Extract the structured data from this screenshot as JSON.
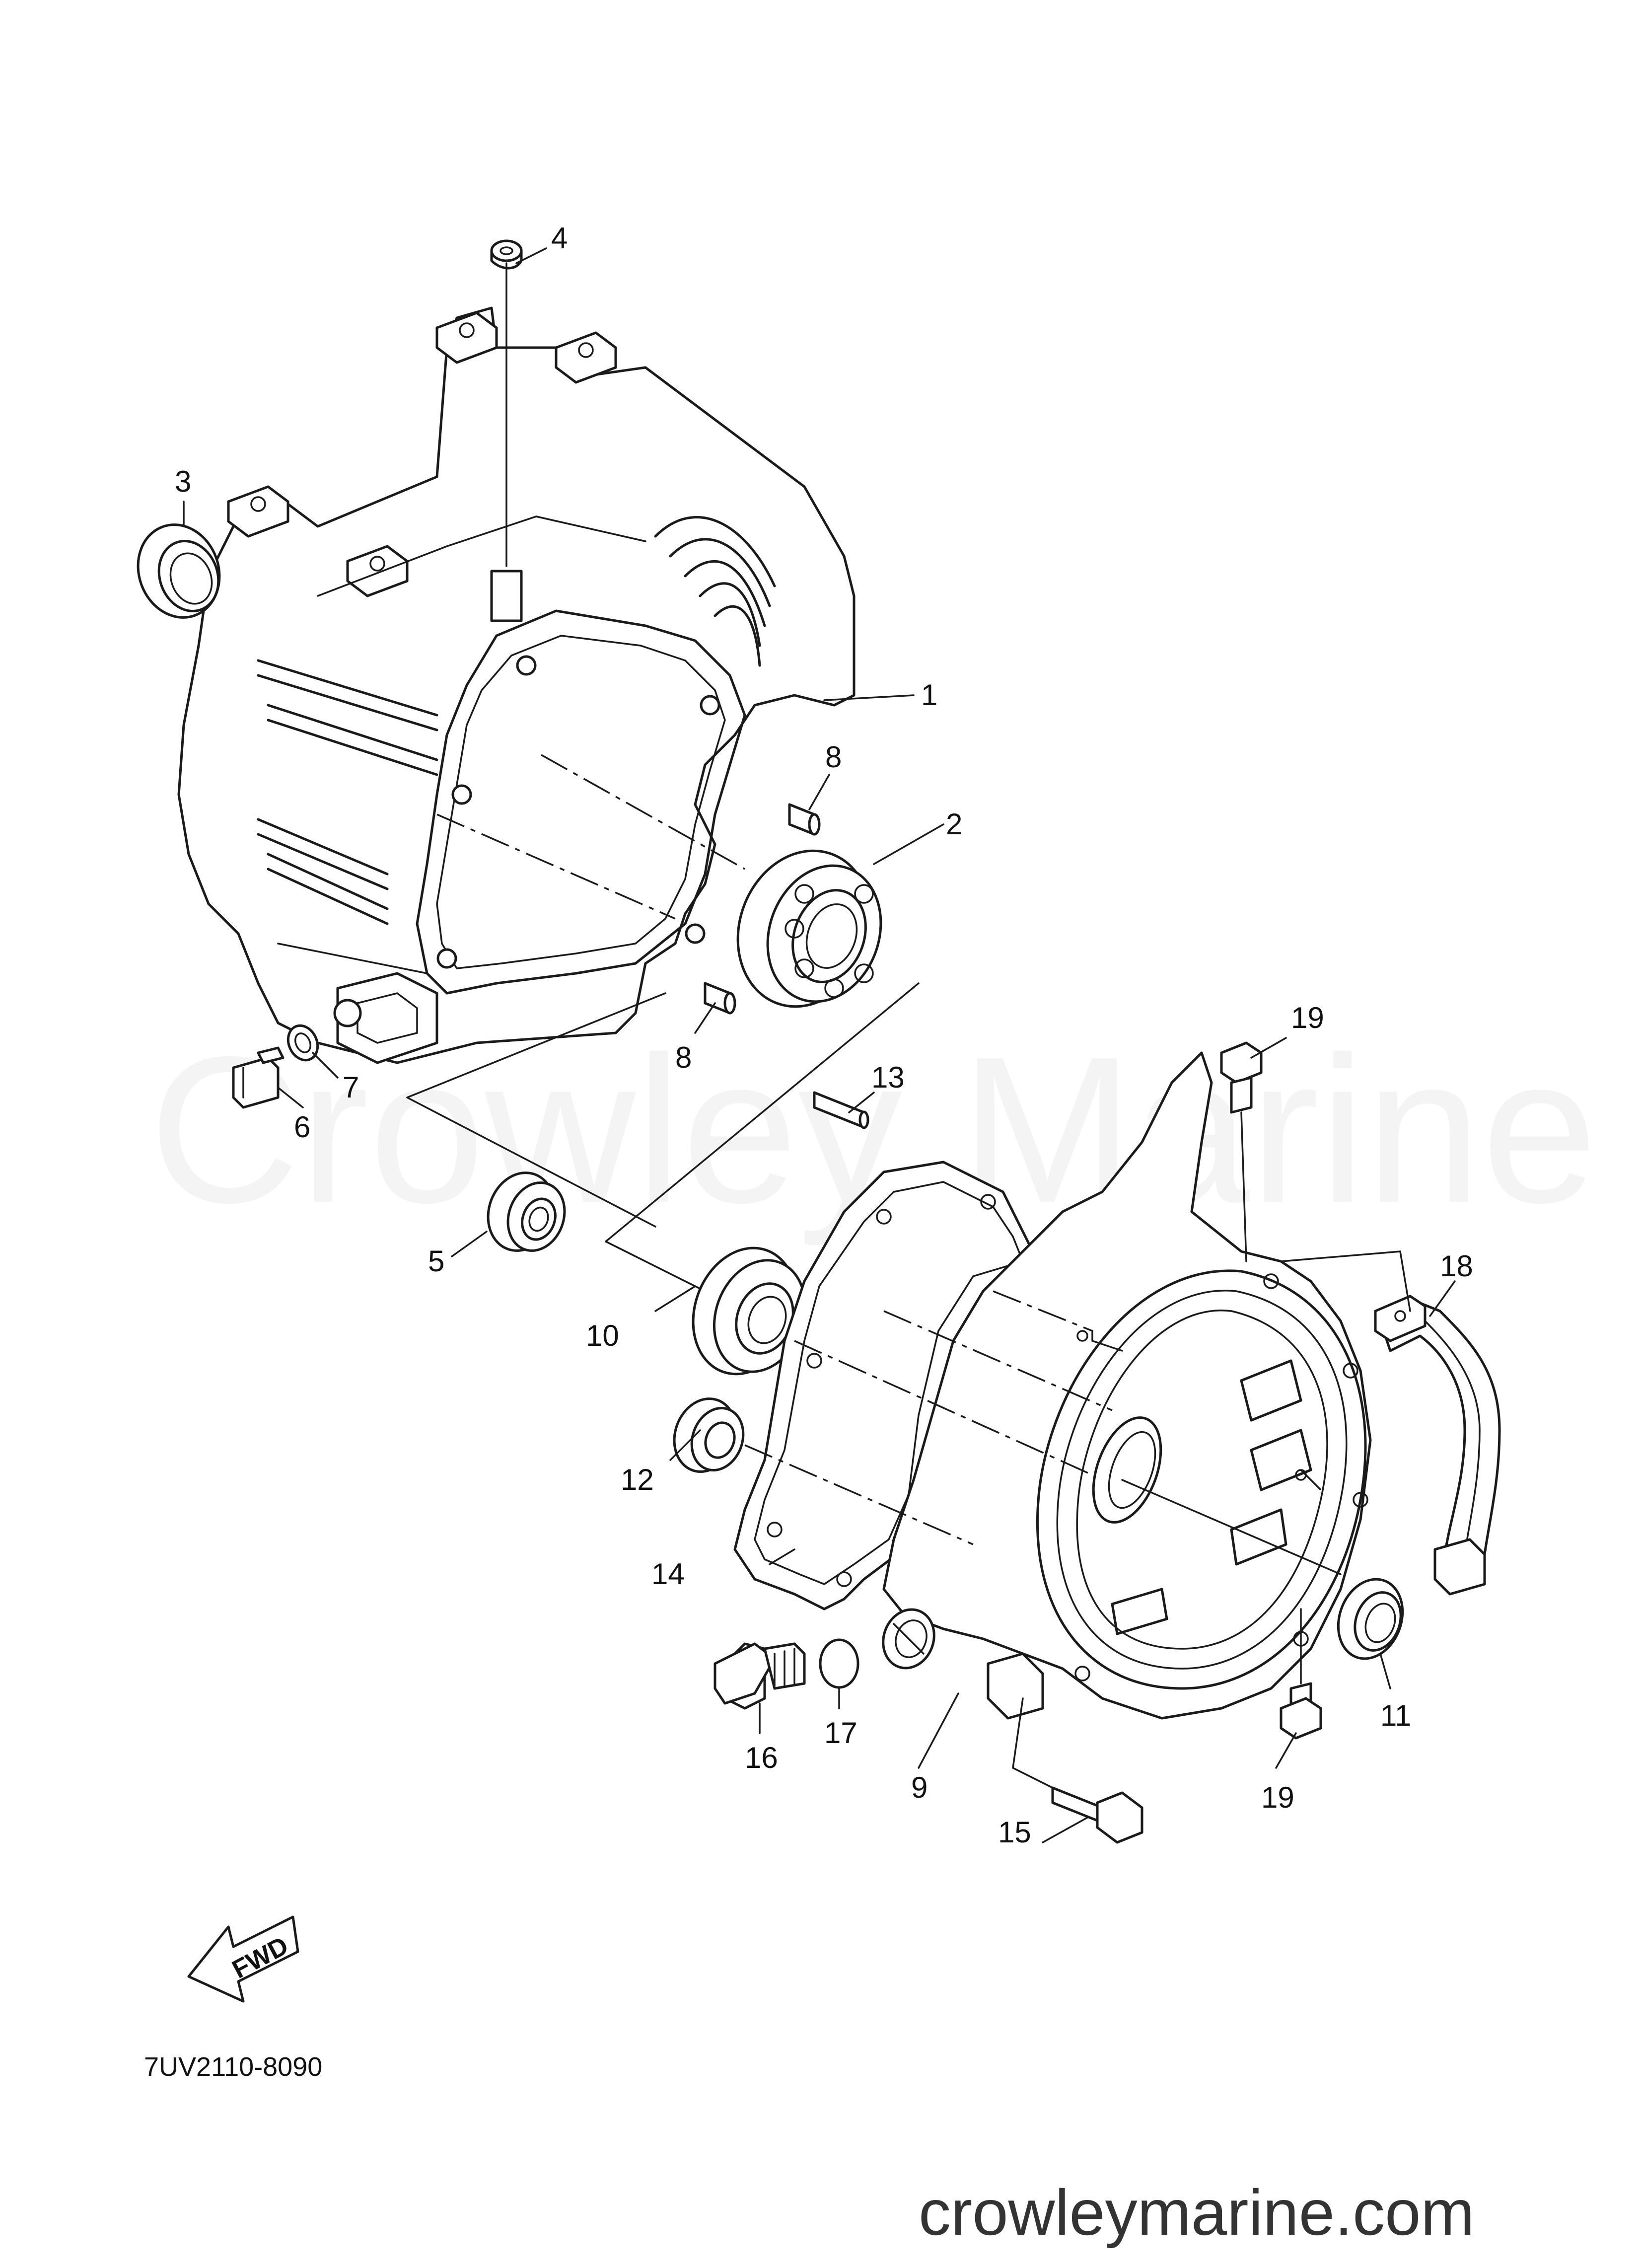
{
  "diagram": {
    "part_number": "7UV2110-8090",
    "watermark": "Crowley Marine",
    "site_url": "crowleymarine.com",
    "direction_label": "FWD",
    "colors": {
      "line": "#1a1a1a",
      "background": "#ffffff",
      "watermark": "#e9e9e9"
    },
    "callouts": {
      "c1": "1",
      "c2": "2",
      "c3": "3",
      "c4": "4",
      "c5": "5",
      "c6": "6",
      "c7": "7",
      "c8a": "8",
      "c8b": "8",
      "c9": "9",
      "c10": "10",
      "c11": "11",
      "c12": "12",
      "c13": "13",
      "c14": "14",
      "c15": "15",
      "c16": "16",
      "c17": "17",
      "c18": "18",
      "c19a": "19",
      "c19b": "19"
    }
  }
}
